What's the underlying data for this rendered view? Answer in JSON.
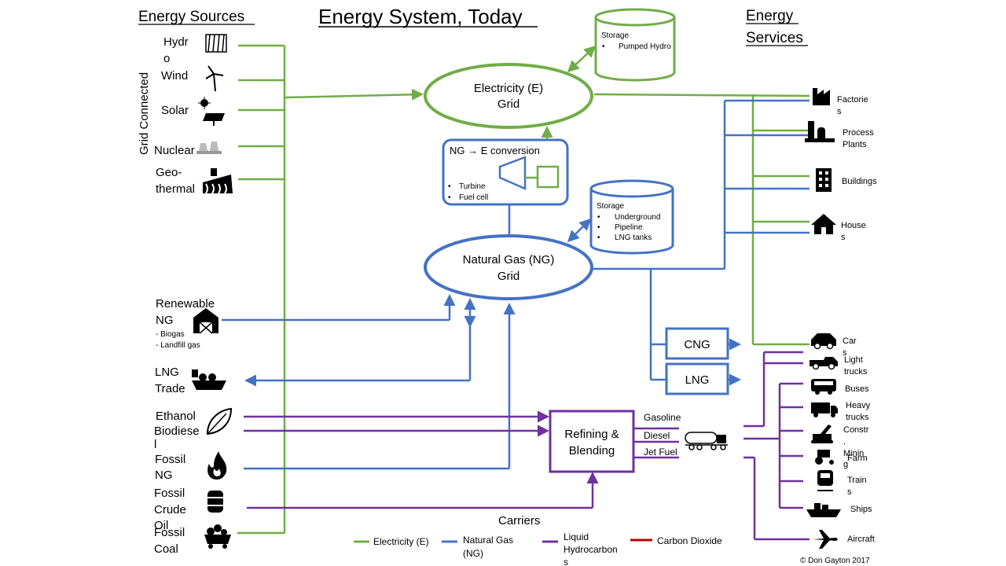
{
  "title": "Energy System, Today",
  "headers": {
    "sources": "Energy Sources",
    "services_line1": "Energy",
    "services_line2": "Services",
    "grid_connected": "Grid Connected",
    "carriers": "Carriers"
  },
  "sources": {
    "hydro": [
      "Hydr",
      "o"
    ],
    "wind": "Wind",
    "solar": "Solar",
    "nuclear": "Nuclear",
    "geothermal": [
      "Geo-",
      "thermal"
    ],
    "renewable_ng": [
      "Renewable",
      "NG"
    ],
    "renewable_ng_notes": [
      "- Biogas",
      "- Landfill gas"
    ],
    "lng_trade": [
      "LNG",
      "Trade"
    ],
    "ethanol": "Ethanol",
    "biodiesel": [
      "Biodiese",
      "l"
    ],
    "fossil_ng": [
      "Fossil",
      "NG"
    ],
    "fossil_crude": [
      "Fossil",
      "Crude",
      "Oil"
    ],
    "fossil_coal": [
      "Fossil",
      "Coal"
    ]
  },
  "nodes": {
    "electricity_grid": [
      "Electricity (E)",
      "Grid"
    ],
    "ng_grid": [
      "Natural Gas (NG)",
      "Grid"
    ],
    "conversion_title": "NG → E conversion",
    "conversion_items": [
      "Turbine",
      "Fuel cell"
    ],
    "storage_hydro_title": "Storage",
    "storage_hydro_items": [
      "Pumped Hydro"
    ],
    "storage_ng_title": "Storage",
    "storage_ng_items": [
      "Underground",
      "Pipeline",
      "LNG tanks"
    ],
    "refining": [
      "Refining &",
      "Blending"
    ],
    "cng": "CNG",
    "lng": "LNG"
  },
  "fuels": [
    "Gasoline",
    "Diesel",
    "Jet Fuel"
  ],
  "services": {
    "factories": [
      "Factorie",
      "s"
    ],
    "process_plants": [
      "Process",
      "Plants"
    ],
    "buildings": "Buildings",
    "houses": [
      "House",
      "s"
    ],
    "cars": [
      "Car",
      "s"
    ],
    "light_trucks": [
      "Light",
      "trucks"
    ],
    "buses": "Buses",
    "heavy_trucks": [
      "Heavy",
      "trucks"
    ],
    "construction": [
      "Constr",
      ".",
      "Minin",
      "g"
    ],
    "farm": "Farm",
    "trains": [
      "Train",
      "s"
    ],
    "ships": "Ships",
    "aircraft": "Aircraft"
  },
  "legend": [
    {
      "label": "Electricity (E)",
      "color": "#70ad47"
    },
    {
      "label": "Natural Gas (NG)",
      "color": "#4472c4"
    },
    {
      "label": "Liquid Hydrocarbons",
      "color": "#7030a0"
    },
    {
      "label": "Carbon Dioxide",
      "color": "#c00000"
    }
  ],
  "legend_text": {
    "electricity": "Electricity (E)",
    "ng": [
      "Natural Gas",
      "(NG)"
    ],
    "liquid": [
      "Liquid",
      "Hydrocarbon",
      "s"
    ],
    "co2": "Carbon Dioxide"
  },
  "credit": "© Don Gayton 2017",
  "colors": {
    "electricity": "#70ad47",
    "natural_gas": "#4472c4",
    "liquid_hydrocarbons": "#7030a0",
    "carbon_dioxide": "#c00000"
  }
}
